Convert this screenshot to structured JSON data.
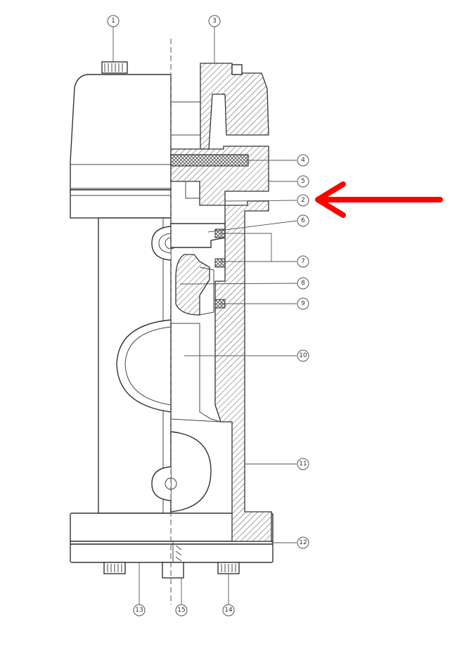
{
  "diagram": {
    "callouts": [
      {
        "id": "c1",
        "label": "1"
      },
      {
        "id": "c3",
        "label": "3"
      },
      {
        "id": "c4",
        "label": "4"
      },
      {
        "id": "c5",
        "label": "5"
      },
      {
        "id": "c2",
        "label": "2"
      },
      {
        "id": "c6",
        "label": "6"
      },
      {
        "id": "c7",
        "label": "7"
      },
      {
        "id": "c8",
        "label": "8"
      },
      {
        "id": "c9",
        "label": "9"
      },
      {
        "id": "c10",
        "label": "10"
      },
      {
        "id": "c11",
        "label": "11"
      },
      {
        "id": "c12",
        "label": "12"
      },
      {
        "id": "c13",
        "label": "13"
      },
      {
        "id": "c15",
        "label": "15"
      },
      {
        "id": "c14",
        "label": "14"
      }
    ],
    "highlight_arrow": {
      "target": "2",
      "color": "#ff0000"
    },
    "colors": {
      "line": "#333333",
      "hatch": "#333333",
      "arrow": "#ff0000",
      "background": "#ffffff"
    }
  }
}
